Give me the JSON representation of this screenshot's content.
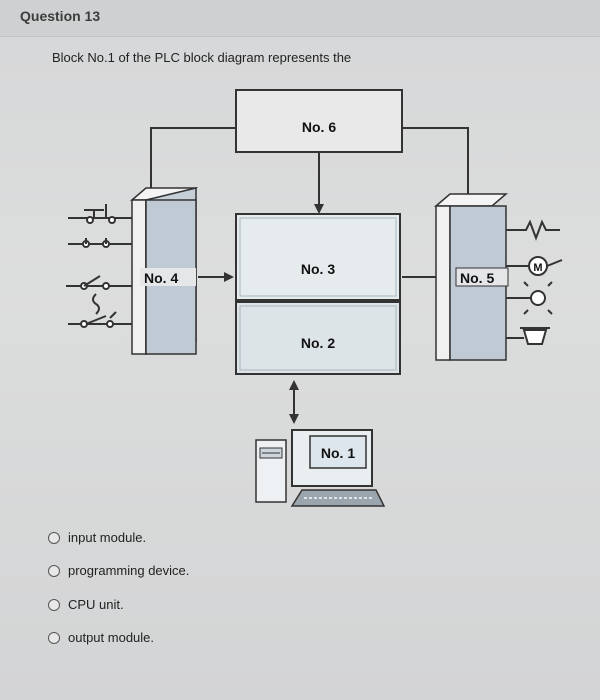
{
  "question": {
    "title": "Question 13",
    "text": "Block No.1 of the PLC block diagram represents the"
  },
  "diagram": {
    "labels": {
      "no1": "No. 1",
      "no2": "No. 2",
      "no3": "No. 3",
      "no4": "No. 4",
      "no5": "No. 5",
      "no6": "No. 6",
      "motor": "M"
    }
  },
  "options": [
    {
      "label": "input module."
    },
    {
      "label": "programming device."
    },
    {
      "label": "CPU unit."
    },
    {
      "label": "output module."
    }
  ]
}
